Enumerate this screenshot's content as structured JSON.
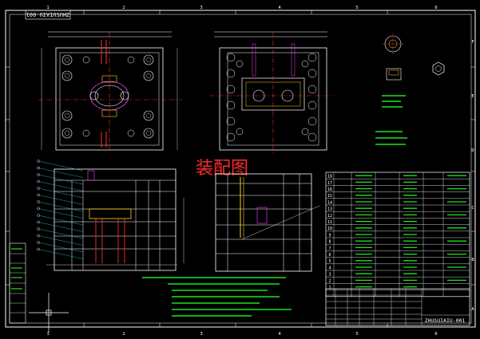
{
  "drawing": {
    "title": "装配图",
    "drawing_number": "ZHUSUIAIU-001",
    "mirrored_number": "ZHUSUIAIU-001",
    "zone_columns": [
      "1",
      "2",
      "3",
      "4",
      "5",
      "6"
    ],
    "zone_rows": [
      "A",
      "B",
      "C",
      "D",
      "E",
      "F"
    ]
  },
  "colors": {
    "background": "#000000",
    "line": "#ffffff",
    "accent_yellow": "#ffd21e",
    "centerline_red": "#ff2b2b",
    "note_green": "#19e619",
    "magenta": "#ff40ff",
    "cyan": "#27d7e6"
  },
  "bom": {
    "row_numbers": [
      "18",
      "17",
      "16",
      "15",
      "14",
      "13",
      "12",
      "11",
      "10",
      "9",
      "8",
      "7",
      "6",
      "5",
      "4",
      "3",
      "2",
      "1"
    ]
  }
}
